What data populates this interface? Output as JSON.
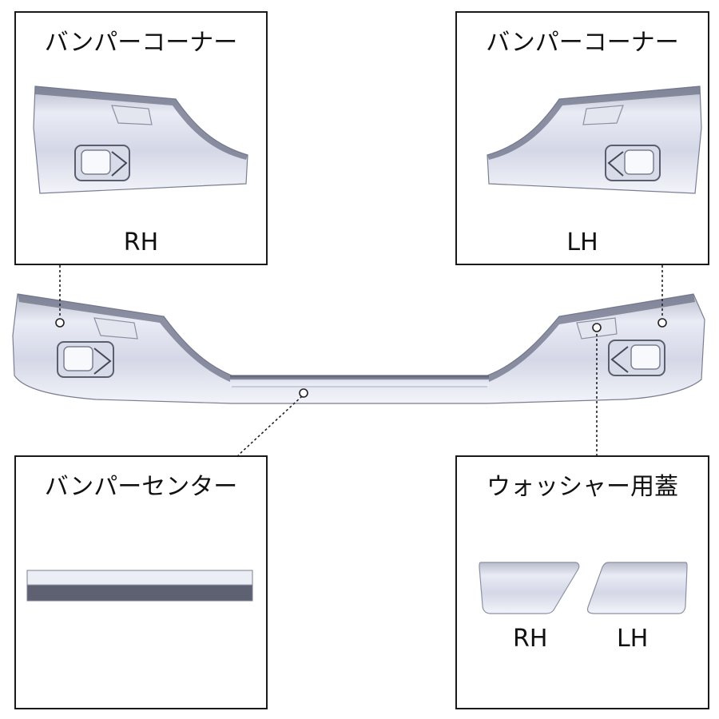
{
  "panels": {
    "corner_rh": {
      "title": "バンパーコーナー",
      "label": "RH"
    },
    "corner_lh": {
      "title": "バンパーコーナー",
      "label": "LH"
    },
    "center": {
      "title": "バンパーセンター"
    },
    "washer_cover": {
      "title": "ウォッシャー用蓋",
      "label_rh": "RH",
      "label_lh": "LH"
    }
  },
  "colors": {
    "chrome_light": "#eef0f8",
    "chrome_mid": "#c9cde0",
    "chrome_dark": "#6c7085",
    "edge_dark": "#3c3e4a",
    "border": "#1a1a1a"
  }
}
